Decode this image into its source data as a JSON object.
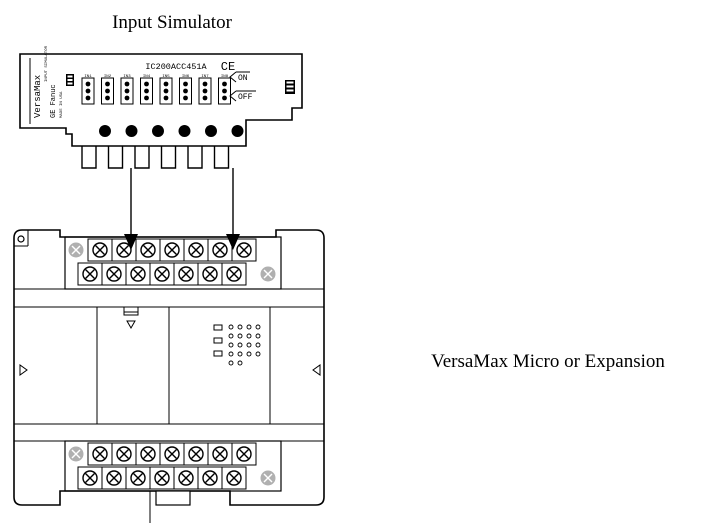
{
  "labels": {
    "top_title": "Input Simulator",
    "right_caption": "VersaMax Micro or Expansion"
  },
  "simulator": {
    "part_number": "IC200ACC451A",
    "ce_mark": "CE",
    "brand": "VersaMax",
    "subtitle": "INPUT SIMULATOR",
    "maker": "GE Fanuc",
    "origin": "MADE IN USA",
    "switches": [
      "IN1",
      "IN2",
      "IN3",
      "IN4",
      "IN5",
      "IN6",
      "IN7",
      "IN8"
    ],
    "on_label": "ON",
    "off_label": "OFF"
  },
  "colors": {
    "ink": "#000000",
    "paper": "#ffffff",
    "screw_gray": "#b0b0b0"
  }
}
